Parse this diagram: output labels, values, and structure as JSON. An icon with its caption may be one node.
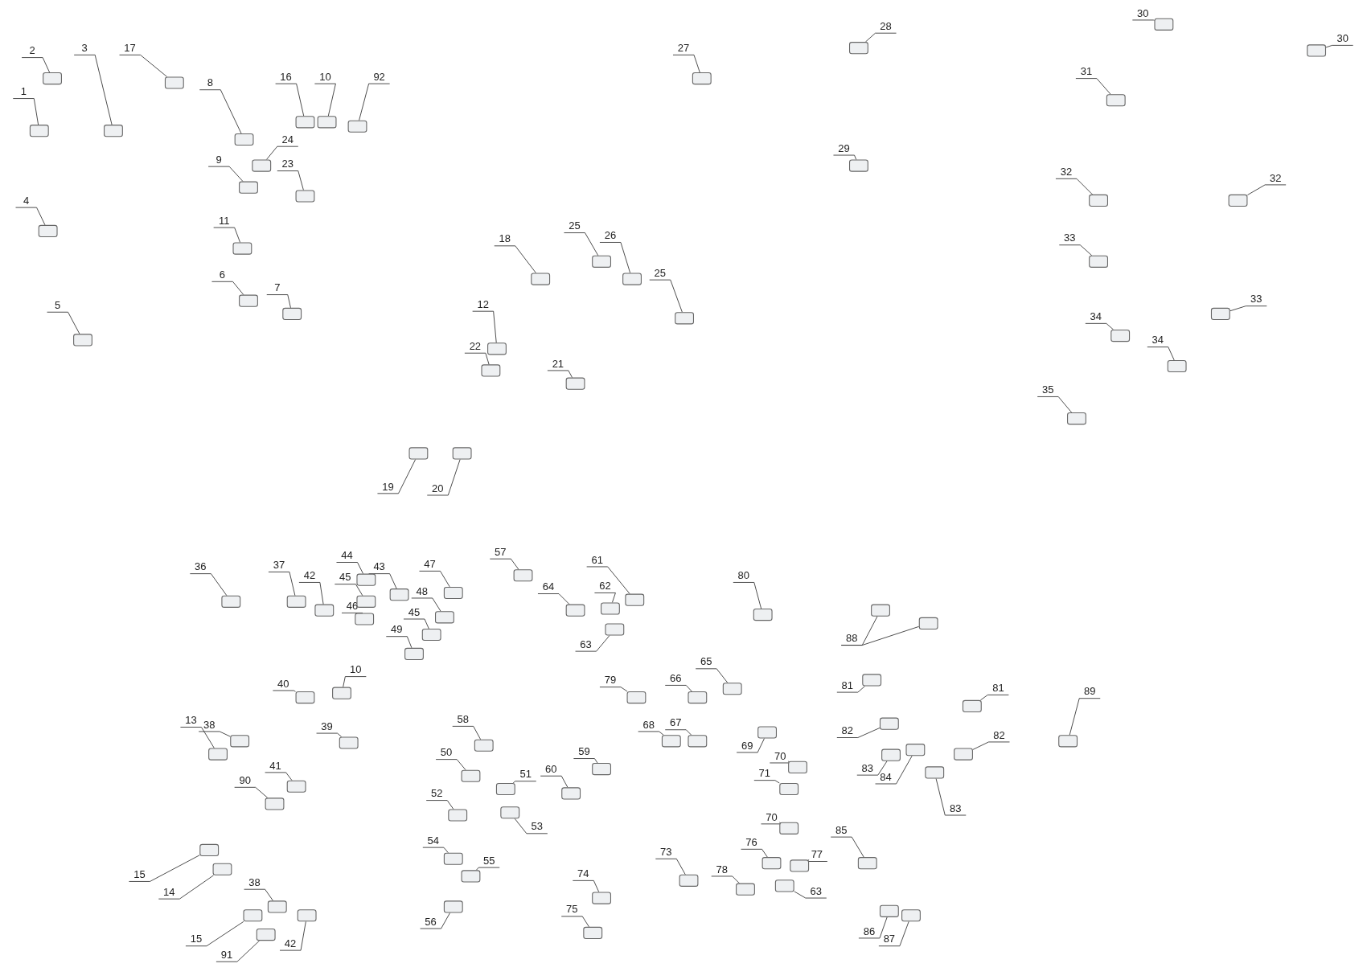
{
  "diagram": {
    "nodes": [
      {
        "text": [
          "1"
        ]
      },
      {
        "text": [
          "2"
        ]
      },
      {
        "text": [
          "3"
        ]
      },
      {
        "text": [
          "17"
        ]
      },
      {
        "text": [
          "4"
        ]
      },
      {
        "text": [
          "5"
        ]
      },
      {
        "text": [
          "8"
        ]
      },
      {
        "text": [
          "9"
        ]
      },
      {
        "text": [
          "24"
        ]
      },
      {
        "text": [
          "23"
        ]
      },
      {
        "text": [
          "11"
        ]
      },
      {
        "text": [
          "6"
        ]
      },
      {
        "text": [
          "7"
        ]
      },
      {
        "text": [
          "16"
        ]
      },
      {
        "text": [
          "10"
        ]
      },
      {
        "text": [
          "92"
        ]
      },
      {
        "text": [
          "18"
        ]
      },
      {
        "text": [
          "25"
        ]
      },
      {
        "text": [
          "26"
        ]
      },
      {
        "text": [
          "25"
        ]
      },
      {
        "text": [
          "21"
        ]
      },
      {
        "text": [
          "12"
        ]
      },
      {
        "text": [
          "22"
        ]
      },
      {
        "text": [
          "19"
        ]
      },
      {
        "text": [
          "20"
        ]
      },
      {
        "text": [
          "27"
        ]
      },
      {
        "text": [
          "28"
        ]
      },
      {
        "text": [
          "29"
        ]
      },
      {
        "text": [
          "30"
        ]
      },
      {
        "text": [
          "30"
        ]
      },
      {
        "text": [
          "31"
        ]
      },
      {
        "text": [
          "32"
        ]
      },
      {
        "text": [
          "32"
        ]
      },
      {
        "text": [
          "33"
        ]
      },
      {
        "text": [
          "33"
        ]
      },
      {
        "text": [
          "34"
        ]
      },
      {
        "text": [
          "34"
        ]
      },
      {
        "text": [
          "35"
        ]
      },
      {
        "text": [
          "36"
        ]
      },
      {
        "text": [
          "37"
        ]
      },
      {
        "text": [
          "42"
        ]
      },
      {
        "text": [
          "44"
        ]
      },
      {
        "text": [
          "43"
        ]
      },
      {
        "text": [
          "45"
        ]
      },
      {
        "text": [
          "46"
        ]
      },
      {
        "text": [
          "47"
        ]
      },
      {
        "text": [
          "48"
        ]
      },
      {
        "text": [
          "45"
        ]
      },
      {
        "text": [
          "49"
        ]
      },
      {
        "text": [
          "57"
        ]
      },
      {
        "text": [
          "61"
        ]
      },
      {
        "text": [
          "62"
        ]
      },
      {
        "text": [
          "64"
        ]
      },
      {
        "text": [
          "63"
        ]
      },
      {
        "text": [
          "80"
        ]
      },
      {
        "text": [
          "65"
        ]
      },
      {
        "text": [
          "66"
        ]
      },
      {
        "text": [
          "67"
        ]
      },
      {
        "text": [
          "68"
        ]
      },
      {
        "text": [
          "69"
        ]
      },
      {
        "text": [
          "70"
        ]
      },
      {
        "text": [
          "71"
        ]
      },
      {
        "text": [
          "70"
        ]
      },
      {
        "text": [
          "79"
        ]
      },
      {
        "text": [
          "10"
        ]
      },
      {
        "text": [
          "40"
        ]
      },
      {
        "text": [
          "39"
        ]
      },
      {
        "text": [
          "13"
        ]
      },
      {
        "text": [
          "38"
        ]
      },
      {
        "text": [
          "41"
        ]
      },
      {
        "text": [
          "90"
        ]
      },
      {
        "text": [
          "15"
        ]
      },
      {
        "text": [
          "14"
        ]
      },
      {
        "text": [
          "38"
        ]
      },
      {
        "text": [
          "15"
        ]
      },
      {
        "text": [
          "91"
        ]
      },
      {
        "text": [
          "42"
        ]
      },
      {
        "text": [
          "58"
        ]
      },
      {
        "text": [
          "50"
        ]
      },
      {
        "text": [
          "51"
        ]
      },
      {
        "text": [
          "52"
        ]
      },
      {
        "text": [
          "53"
        ]
      },
      {
        "text": [
          "54"
        ]
      },
      {
        "text": [
          "55"
        ]
      },
      {
        "text": [
          "56"
        ]
      },
      {
        "text": [
          "60"
        ]
      },
      {
        "text": [
          "59"
        ]
      },
      {
        "text": [
          "74"
        ]
      },
      {
        "text": [
          "75"
        ]
      },
      {
        "text": [
          "73"
        ]
      },
      {
        "text": [
          "76"
        ]
      },
      {
        "text": [
          "77"
        ]
      },
      {
        "text": [
          "63"
        ]
      },
      {
        "text": [
          "78"
        ]
      },
      {
        "text": [
          "88"
        ]
      },
      {
        "text": [
          "81"
        ]
      },
      {
        "text": [
          "81"
        ]
      },
      {
        "text": [
          "82"
        ]
      },
      {
        "text": [
          "82"
        ]
      },
      {
        "text": [
          "83"
        ]
      },
      {
        "text": [
          "84"
        ]
      },
      {
        "text": [
          "83"
        ]
      },
      {
        "text": [
          "85"
        ]
      },
      {
        "text": [
          "86"
        ]
      },
      {
        "text": [
          "87"
        ]
      },
      {
        "text": [
          "89"
        ]
      },
      {
        "text": [],
        "shape": "box"
      },
      {
        "text": [],
        "shape": "box"
      },
      {
        "text": [],
        "shape": "box"
      },
      {
        "text": [],
        "shape": "box"
      },
      {
        "text": [],
        "shape": "box"
      },
      {
        "text": [],
        "shape": "box"
      },
      {
        "text": [],
        "shape": "box"
      },
      {
        "text": [],
        "shape": "box"
      },
      {
        "text": [],
        "shape": "box"
      },
      {
        "text": [],
        "shape": "box"
      },
      {
        "text": [],
        "shape": "box"
      },
      {
        "text": [],
        "shape": "box"
      },
      {
        "text": [],
        "shape": "box"
      },
      {
        "text": [],
        "shape": "box"
      },
      {
        "text": [],
        "shape": "box"
      },
      {
        "text": [],
        "shape": "box"
      },
      {
        "text": [],
        "shape": "box"
      },
      {
        "text": [],
        "shape": "box"
      },
      {
        "text": [],
        "shape": "box"
      },
      {
        "text": [],
        "shape": "box"
      },
      {
        "text": [],
        "shape": "box"
      },
      {
        "text": [],
        "shape": "box"
      },
      {
        "text": [],
        "shape": "box"
      },
      {
        "text": [],
        "shape": "box"
      },
      {
        "text": [],
        "shape": "box"
      },
      {
        "text": [],
        "shape": "box"
      },
      {
        "text": [],
        "shape": "box"
      },
      {
        "text": [],
        "shape": "box"
      },
      {
        "text": [],
        "shape": "box"
      },
      {
        "text": [],
        "shape": "box"
      },
      {
        "text": [],
        "shape": "box"
      },
      {
        "text": [],
        "shape": "box"
      },
      {
        "text": [],
        "shape": "box"
      },
      {
        "text": [],
        "shape": "box"
      },
      {
        "text": [],
        "shape": "box"
      },
      {
        "text": [],
        "shape": "box"
      },
      {
        "text": [],
        "shape": "box"
      },
      {
        "text": [],
        "shape": "box"
      },
      {
        "text": [],
        "shape": "box"
      },
      {
        "text": [],
        "shape": "box"
      },
      {
        "text": [],
        "shape": "box"
      },
      {
        "text": [],
        "shape": "box"
      },
      {
        "text": [],
        "shape": "box"
      },
      {
        "text": [],
        "shape": "box"
      },
      {
        "text": [],
        "shape": "box"
      },
      {
        "text": [],
        "shape": "box"
      },
      {
        "text": [],
        "shape": "box"
      },
      {
        "text": [],
        "shape": "box"
      },
      {
        "text": [],
        "shape": "box"
      },
      {
        "text": [],
        "shape": "box"
      },
      {
        "text": [],
        "shape": "box"
      },
      {
        "text": [],
        "shape": "box"
      },
      {
        "text": [],
        "shape": "box"
      },
      {
        "text": [],
        "shape": "box"
      },
      {
        "text": [],
        "shape": "box"
      },
      {
        "text": [],
        "shape": "box"
      },
      {
        "text": [],
        "shape": "box"
      },
      {
        "text": [],
        "shape": "box"
      },
      {
        "text": [],
        "shape": "box"
      },
      {
        "text": [],
        "shape": "box"
      },
      {
        "text": [],
        "shape": "box"
      },
      {
        "text": [],
        "shape": "box"
      },
      {
        "text": [],
        "shape": "box"
      },
      {
        "text": [],
        "shape": "box"
      },
      {
        "text": [],
        "shape": "box"
      },
      {
        "text": [],
        "shape": "box"
      },
      {
        "text": [],
        "shape": "box"
      },
      {
        "text": [],
        "shape": "box"
      },
      {
        "text": [],
        "shape": "box"
      },
      {
        "text": [],
        "shape": "box"
      },
      {
        "text": [],
        "shape": "box"
      },
      {
        "text": [],
        "shape": "box"
      },
      {
        "text": [],
        "shape": "box"
      },
      {
        "text": [],
        "shape": "box"
      },
      {
        "text": [],
        "shape": "box"
      },
      {
        "text": [],
        "shape": "box"
      },
      {
        "text": [],
        "shape": "box"
      },
      {
        "text": [],
        "shape": "box"
      },
      {
        "text": [],
        "shape": "box"
      },
      {
        "text": [],
        "shape": "box"
      },
      {
        "text": [],
        "shape": "box"
      },
      {
        "text": [],
        "shape": "box"
      },
      {
        "text": [],
        "shape": "box"
      },
      {
        "text": [],
        "shape": "box"
      },
      {
        "text": [],
        "shape": "box"
      },
      {
        "text": [],
        "shape": "box"
      },
      {
        "text": [],
        "shape": "box"
      },
      {
        "text": [],
        "shape": "box"
      },
      {
        "text": [],
        "shape": "box"
      },
      {
        "text": [],
        "shape": "box"
      },
      {
        "text": [],
        "shape": "box"
      },
      {
        "text": [],
        "shape": "box"
      },
      {
        "text": [],
        "shape": "box"
      },
      {
        "text": [],
        "shape": "box"
      },
      {
        "text": [],
        "shape": "box"
      },
      {
        "text": [],
        "shape": "box"
      },
      {
        "text": [],
        "shape": "box"
      },
      {
        "text": [],
        "shape": "box"
      },
      {
        "text": [],
        "shape": "box"
      },
      {
        "text": [],
        "shape": "box"
      },
      {
        "text": [],
        "shape": "box"
      },
      {
        "text": [],
        "shape": "box"
      },
      {
        "text": [],
        "shape": "box"
      },
      {
        "text": [],
        "shape": "box"
      },
      {
        "text": [],
        "shape": "box"
      },
      {
        "text": [],
        "shape": "box"
      },
      {
        "text": [],
        "shape": "box"
      }
    ],
    "edges": [
      {
        "from": 0,
        "to": 106,
        "arrow": "none"
      },
      {
        "from": 1,
        "to": 107,
        "arrow": "none"
      },
      {
        "from": 2,
        "to": 108,
        "arrow": "none"
      },
      {
        "from": 3,
        "to": 109,
        "arrow": "none"
      },
      {
        "from": 4,
        "to": 110,
        "arrow": "none"
      },
      {
        "from": 5,
        "to": 111,
        "arrow": "none"
      },
      {
        "from": 6,
        "to": 112,
        "arrow": "none"
      },
      {
        "from": 7,
        "to": 113,
        "arrow": "none"
      },
      {
        "from": 8,
        "to": 114,
        "arrow": "none"
      },
      {
        "from": 9,
        "to": 115,
        "arrow": "none"
      },
      {
        "from": 10,
        "to": 116,
        "arrow": "none"
      },
      {
        "from": 11,
        "to": 117,
        "arrow": "none"
      },
      {
        "from": 12,
        "to": 118,
        "arrow": "none"
      },
      {
        "from": 13,
        "to": 119,
        "arrow": "none"
      },
      {
        "from": 14,
        "to": 120,
        "arrow": "none"
      },
      {
        "from": 15,
        "to": 121,
        "arrow": "none"
      },
      {
        "from": 16,
        "to": 122,
        "arrow": "none"
      },
      {
        "from": 17,
        "to": 123,
        "arrow": "none"
      },
      {
        "from": 18,
        "to": 124,
        "arrow": "none"
      },
      {
        "from": 19,
        "to": 125,
        "arrow": "none"
      },
      {
        "from": 20,
        "to": 126,
        "arrow": "none"
      },
      {
        "from": 21,
        "to": 127,
        "arrow": "none"
      },
      {
        "from": 22,
        "to": 128,
        "arrow": "none"
      },
      {
        "from": 23,
        "to": 129,
        "arrow": "none"
      },
      {
        "from": 24,
        "to": 130,
        "arrow": "none"
      },
      {
        "from": 25,
        "to": 131,
        "arrow": "none"
      },
      {
        "from": 26,
        "to": 132,
        "arrow": "none"
      },
      {
        "from": 27,
        "to": 133,
        "arrow": "none"
      },
      {
        "from": 28,
        "to": 134,
        "arrow": "none"
      },
      {
        "from": 29,
        "to": 135,
        "arrow": "none"
      },
      {
        "from": 30,
        "to": 136,
        "arrow": "none"
      },
      {
        "from": 31,
        "to": 137,
        "arrow": "none"
      },
      {
        "from": 32,
        "to": 138,
        "arrow": "none"
      },
      {
        "from": 33,
        "to": 139,
        "arrow": "none"
      },
      {
        "from": 34,
        "to": 140,
        "arrow": "none"
      },
      {
        "from": 35,
        "to": 141,
        "arrow": "none"
      },
      {
        "from": 36,
        "to": 142,
        "arrow": "none"
      },
      {
        "from": 37,
        "to": 143,
        "arrow": "none"
      },
      {
        "from": 38,
        "to": 144,
        "arrow": "none"
      },
      {
        "from": 39,
        "to": 145,
        "arrow": "none"
      },
      {
        "from": 40,
        "to": 146,
        "arrow": "none"
      },
      {
        "from": 41,
        "to": 147,
        "arrow": "none"
      },
      {
        "from": 42,
        "to": 148,
        "arrow": "none"
      },
      {
        "from": 43,
        "to": 149,
        "arrow": "none"
      },
      {
        "from": 44,
        "to": 150,
        "arrow": "none"
      },
      {
        "from": 45,
        "to": 151,
        "arrow": "none"
      },
      {
        "from": 46,
        "to": 152,
        "arrow": "none"
      },
      {
        "from": 47,
        "to": 153,
        "arrow": "none"
      },
      {
        "from": 48,
        "to": 154,
        "arrow": "none"
      },
      {
        "from": 49,
        "to": 155,
        "arrow": "none"
      },
      {
        "from": 50,
        "to": 156,
        "arrow": "none"
      },
      {
        "from": 51,
        "to": 157,
        "arrow": "none"
      },
      {
        "from": 52,
        "to": 158,
        "arrow": "none"
      },
      {
        "from": 53,
        "to": 159,
        "arrow": "none"
      },
      {
        "from": 54,
        "to": 160,
        "arrow": "none"
      },
      {
        "from": 55,
        "to": 161,
        "arrow": "none"
      },
      {
        "from": 56,
        "to": 162,
        "arrow": "none"
      },
      {
        "from": 57,
        "to": 163,
        "arrow": "none"
      },
      {
        "from": 58,
        "to": 164,
        "arrow": "none"
      },
      {
        "from": 59,
        "to": 165,
        "arrow": "none"
      },
      {
        "from": 60,
        "to": 166,
        "arrow": "none"
      },
      {
        "from": 61,
        "to": 167,
        "arrow": "none"
      },
      {
        "from": 62,
        "to": 168,
        "arrow": "none"
      },
      {
        "from": 63,
        "to": 169,
        "arrow": "none"
      },
      {
        "from": 64,
        "to": 170,
        "arrow": "none"
      },
      {
        "from": 65,
        "to": 171,
        "arrow": "none"
      },
      {
        "from": 66,
        "to": 172,
        "arrow": "none"
      },
      {
        "from": 67,
        "to": 173,
        "arrow": "none"
      },
      {
        "from": 68,
        "to": 174,
        "arrow": "none"
      },
      {
        "from": 69,
        "to": 175,
        "arrow": "none"
      },
      {
        "from": 70,
        "to": 176,
        "arrow": "none"
      },
      {
        "from": 71,
        "to": 177,
        "arrow": "none"
      },
      {
        "from": 72,
        "to": 178,
        "arrow": "none"
      },
      {
        "from": 73,
        "to": 179,
        "arrow": "none"
      },
      {
        "from": 74,
        "to": 180,
        "arrow": "none"
      },
      {
        "from": 75,
        "to": 181,
        "arrow": "none"
      },
      {
        "from": 76,
        "to": 182,
        "arrow": "none"
      },
      {
        "from": 77,
        "to": 183,
        "arrow": "none"
      },
      {
        "from": 78,
        "to": 184,
        "arrow": "none"
      },
      {
        "from": 79,
        "to": 185,
        "arrow": "none"
      },
      {
        "from": 80,
        "to": 186,
        "arrow": "none"
      },
      {
        "from": 81,
        "to": 187,
        "arrow": "none"
      },
      {
        "from": 82,
        "to": 188,
        "arrow": "none"
      },
      {
        "from": 83,
        "to": 189,
        "arrow": "none"
      },
      {
        "from": 84,
        "to": 190,
        "arrow": "none"
      },
      {
        "from": 85,
        "to": 191,
        "arrow": "none"
      },
      {
        "from": 86,
        "to": 192,
        "arrow": "none"
      },
      {
        "from": 87,
        "to": 193,
        "arrow": "none"
      },
      {
        "from": 88,
        "to": 194,
        "arrow": "none"
      },
      {
        "from": 89,
        "to": 195,
        "arrow": "none"
      },
      {
        "from": 90,
        "to": 196,
        "arrow": "none"
      },
      {
        "from": 91,
        "to": 197,
        "arrow": "none"
      },
      {
        "from": 92,
        "to": 198,
        "arrow": "none"
      },
      {
        "from": 93,
        "to": 199,
        "arrow": "none"
      },
      {
        "from": 94,
        "to": 200,
        "arrow": "none"
      },
      {
        "from": 94,
        "to": 201,
        "arrow": "none"
      },
      {
        "from": 95,
        "to": 202,
        "arrow": "none"
      },
      {
        "from": 96,
        "to": 203,
        "arrow": "none"
      },
      {
        "from": 97,
        "to": 204,
        "arrow": "none"
      },
      {
        "from": 98,
        "to": 205,
        "arrow": "none"
      },
      {
        "from": 99,
        "to": 206,
        "arrow": "none"
      },
      {
        "from": 100,
        "to": 207,
        "arrow": "none"
      },
      {
        "from": 101,
        "to": 208,
        "arrow": "none"
      },
      {
        "from": 102,
        "to": 209,
        "arrow": "none"
      },
      {
        "from": 103,
        "to": 210,
        "arrow": "none"
      },
      {
        "from": 104,
        "to": 211,
        "arrow": "none"
      },
      {
        "from": 105,
        "to": 212,
        "arrow": "none"
      }
    ]
  }
}
